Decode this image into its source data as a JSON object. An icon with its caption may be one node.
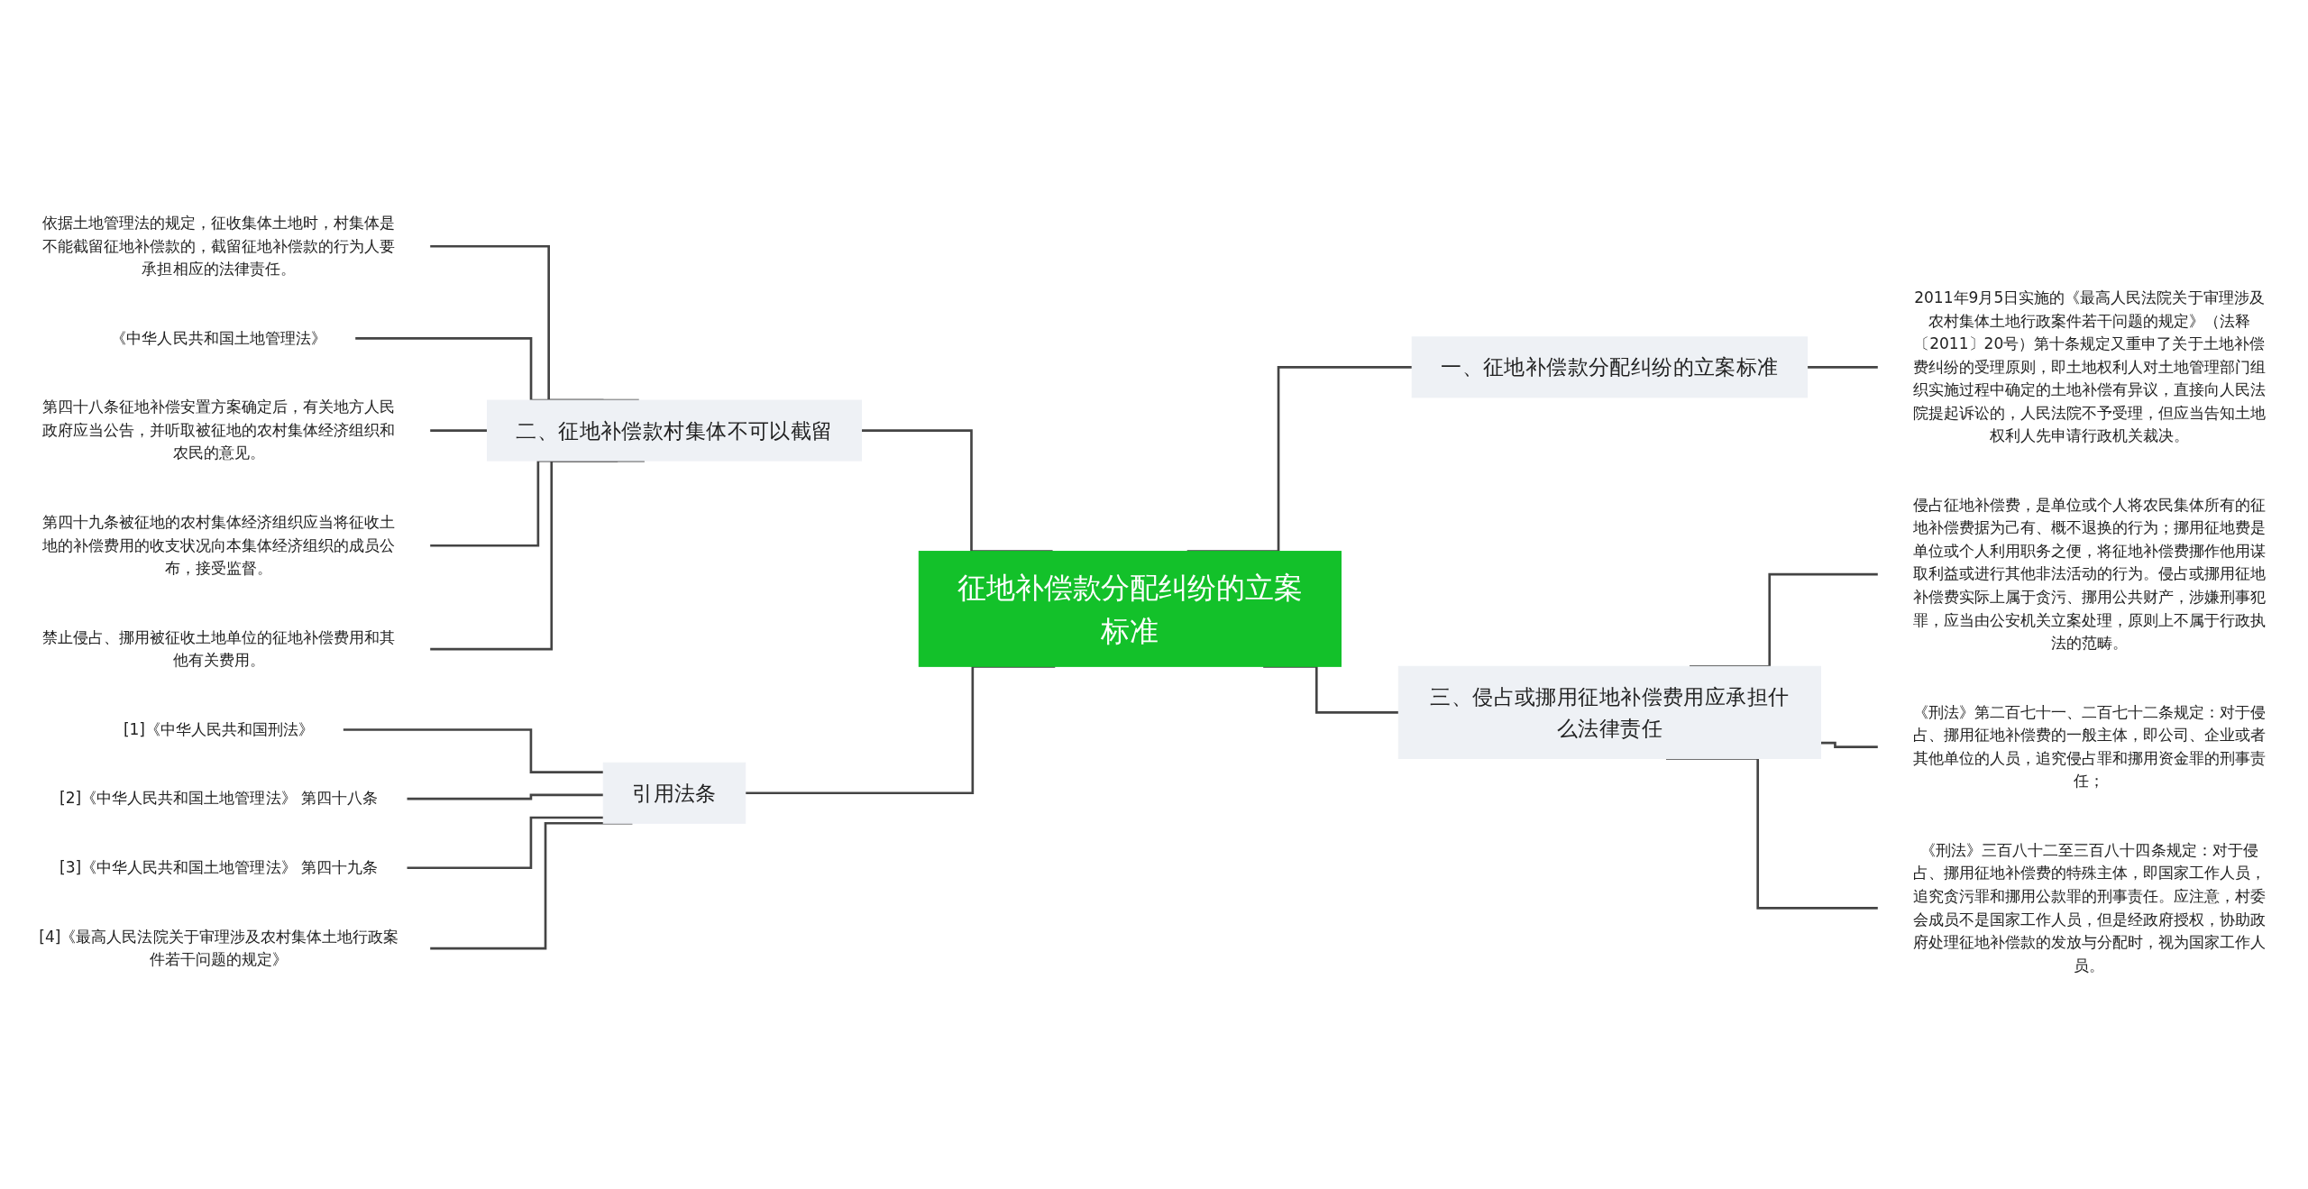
{
  "diagram": {
    "nodes": [
      {
        "text": [
          "征地补偿款分配纠纷的立案标准"
        ]
      },
      {
        "text": [
          "一、征地补偿款分配纠纷的立案标准"
        ]
      },
      {
        "text": [
          "2011年9月5日实施的《最高人民法院关于审理涉及农村集体土地行政案件若干问题的规定》（法释〔2011〕20号）第十条规定又重申了关于土地补偿费纠纷的受理原则，即土地权利人对土地管理部门组织实施过程中确定的土地补偿有异议，直接向人民法院提起诉讼的，人民法院不予受理，但应当告知土地权利人先申请行政机关裁决。"
        ]
      },
      {
        "text": [
          "三、侵占或挪用征地补偿费用应承担什么法律责任"
        ]
      },
      {
        "text": [
          "侵占征地补偿费，是单位或个人将农民集体所有的征地补偿费据为己有、概不退换的行为；挪用征地费是单位或个人利用职务之便，将征地补偿费挪作他用谋取利益或进行其他非法活动的行为。侵占或挪用征地补偿费实际上属于贪污、挪用公共财产，涉嫌刑事犯罪，应当由公安机关立案处理，原则上不属于行政执法的范畴。"
        ]
      },
      {
        "text": [
          "《刑法》第二百七十一、二百七十二条规定：对于侵占、挪用征地补偿费的一般主体，即公司、企业或者其他单位的人员，追究侵占罪和挪用资金罪的刑事责任；"
        ]
      },
      {
        "text": [
          "《刑法》三百八十二至三百八十四条规定：对于侵占、挪用征地补偿费的特殊主体，即国家工作人员，追究贪污罪和挪用公款罪的刑事责任。应注意，村委会成员不是国家工作人员，但是经政府授权，协助政府处理征地补偿款的发放与分配时，视为国家工作人员。"
        ]
      },
      {
        "text": [
          "二、征地补偿款村集体不可以截留"
        ]
      },
      {
        "text": [
          "依据土地管理法的规定，征收集体土地时，村集体是不能截留征地补偿款的，截留征地补偿款的行为人要承担相应的法律责任。"
        ]
      },
      {
        "text": [
          "《中华人民共和国土地管理法》"
        ]
      },
      {
        "text": [
          "第四十八条征地补偿安置方案确定后，有关地方人民政府应当公告，并听取被征地的农村集体经济组织和农民的意见。"
        ]
      },
      {
        "text": [
          "第四十九条被征地的农村集体经济组织应当将征收土地的补偿费用的收支状况向本集体经济组织的成员公布，接受监督。"
        ]
      },
      {
        "text": [
          "禁止侵占、挪用被征收土地单位的征地补偿费用和其他有关费用。"
        ]
      },
      {
        "text": [
          "引用法条"
        ]
      },
      {
        "text": [
          "[1]《中华人民共和国刑法》"
        ]
      },
      {
        "text": [
          "[2]《中华人民共和国土地管理法》 第四十八条"
        ]
      },
      {
        "text": [
          "[3]《中华人民共和国土地管理法》 第四十九条"
        ]
      },
      {
        "text": [
          "[4]《最高人民法院关于审理涉及农村集体土地行政案件若干问题的规定》"
        ]
      }
    ],
    "edges": [
      {
        "from": 0,
        "to": 1,
        "arrow": "none"
      },
      {
        "from": 1,
        "to": 2,
        "arrow": "none"
      },
      {
        "from": 0,
        "to": 3,
        "arrow": "none"
      },
      {
        "from": 3,
        "to": 4,
        "arrow": "none"
      },
      {
        "from": 3,
        "to": 5,
        "arrow": "none"
      },
      {
        "from": 3,
        "to": 6,
        "arrow": "none"
      },
      {
        "from": 7,
        "to": 0,
        "arrow": "none"
      },
      {
        "from": 8,
        "to": 7,
        "arrow": "none"
      },
      {
        "from": 9,
        "to": 7,
        "arrow": "none"
      },
      {
        "from": 10,
        "to": 7,
        "arrow": "none"
      },
      {
        "from": 11,
        "to": 7,
        "arrow": "none"
      },
      {
        "from": 12,
        "to": 7,
        "arrow": "none"
      },
      {
        "from": 13,
        "to": 0,
        "arrow": "none"
      },
      {
        "from": 14,
        "to": 13,
        "arrow": "none"
      },
      {
        "from": 15,
        "to": 13,
        "arrow": "none"
      },
      {
        "from": 16,
        "to": 13,
        "arrow": "none"
      },
      {
        "from": 17,
        "to": 13,
        "arrow": "none"
      }
    ]
  }
}
